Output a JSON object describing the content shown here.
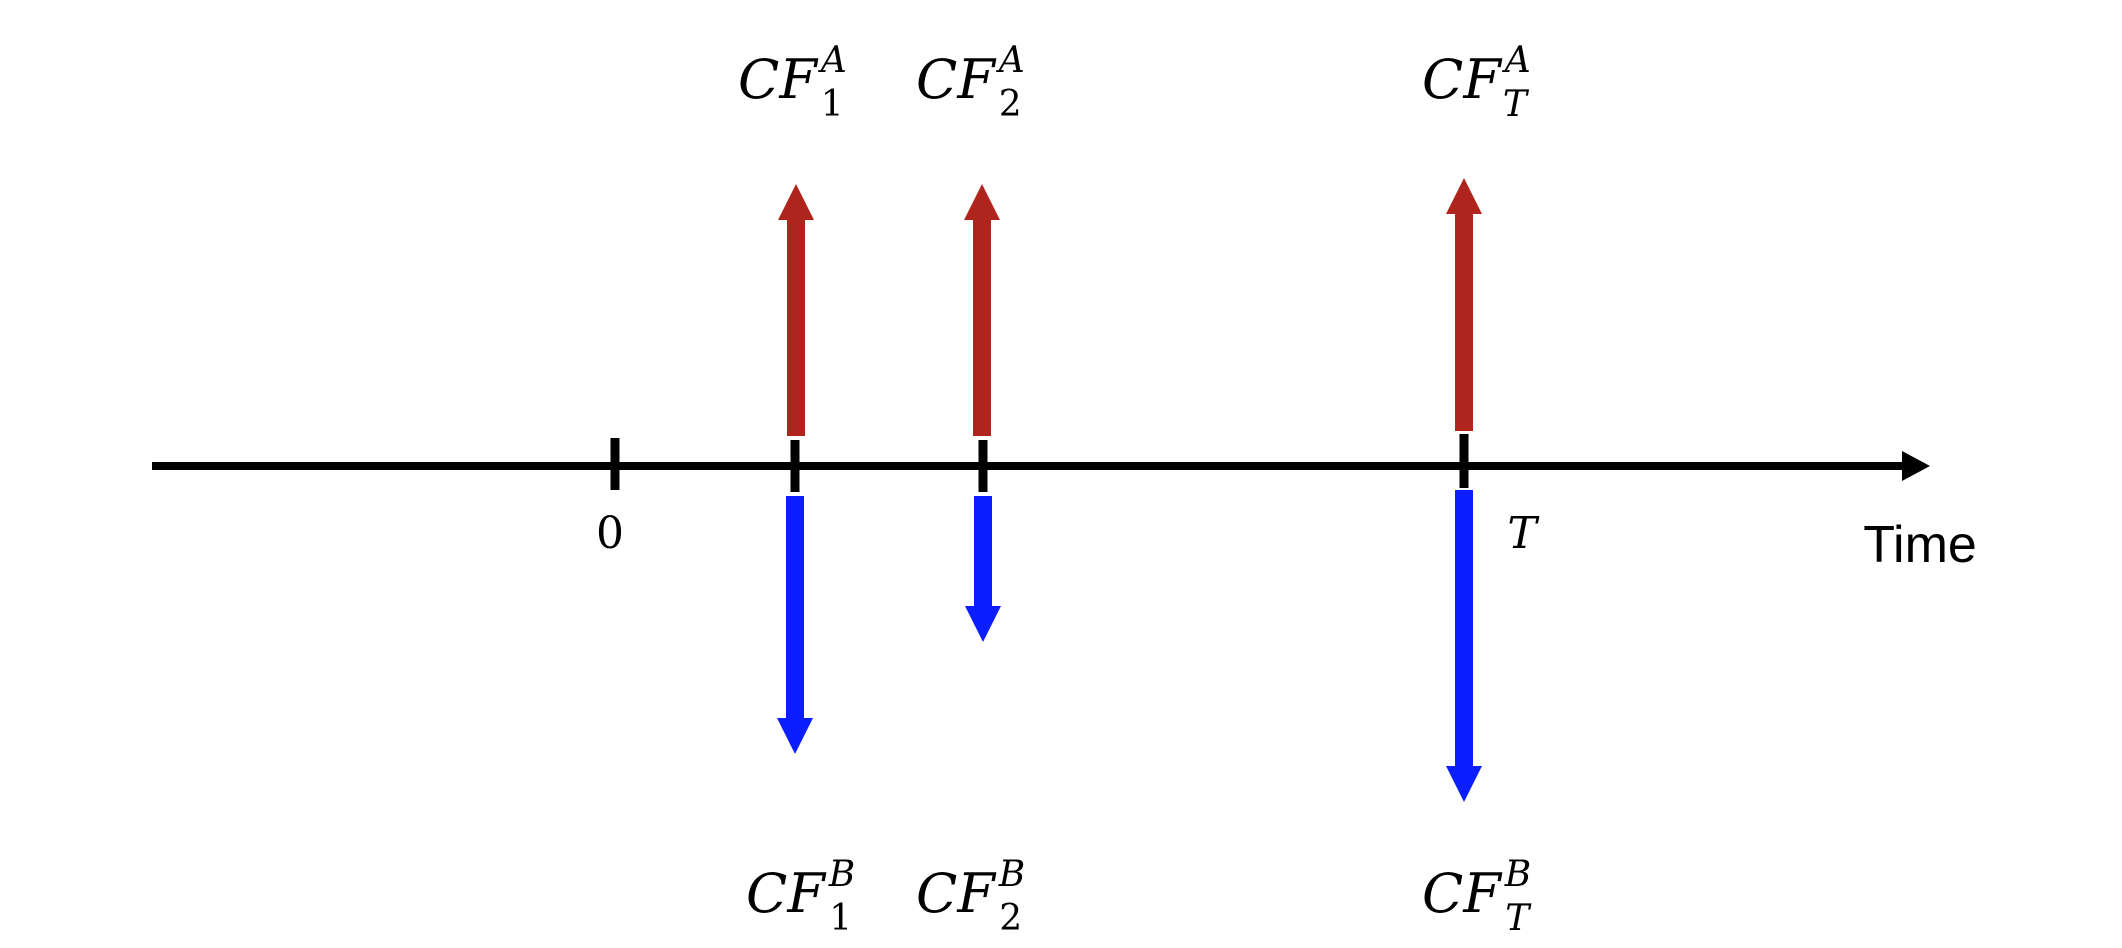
{
  "timeline": {
    "axis_label": "Time",
    "origin_label": "0",
    "end_label": "T",
    "axis_color": "#000000"
  },
  "colors": {
    "inflow_A": "#b0241e",
    "outflow_B": "#0a1eff"
  },
  "cash_flows": [
    {
      "id": "t1",
      "A": {
        "base": "CF",
        "sub": "1",
        "sup": "A"
      },
      "B": {
        "base": "CF",
        "sub": "1",
        "sup": "B"
      }
    },
    {
      "id": "t2",
      "A": {
        "base": "CF",
        "sub": "2",
        "sup": "A"
      },
      "B": {
        "base": "CF",
        "sub": "2",
        "sup": "B"
      }
    },
    {
      "id": "tT",
      "A": {
        "base": "CF",
        "sub": "T",
        "sup": "A"
      },
      "B": {
        "base": "CF",
        "sub": "T",
        "sup": "B"
      }
    }
  ]
}
